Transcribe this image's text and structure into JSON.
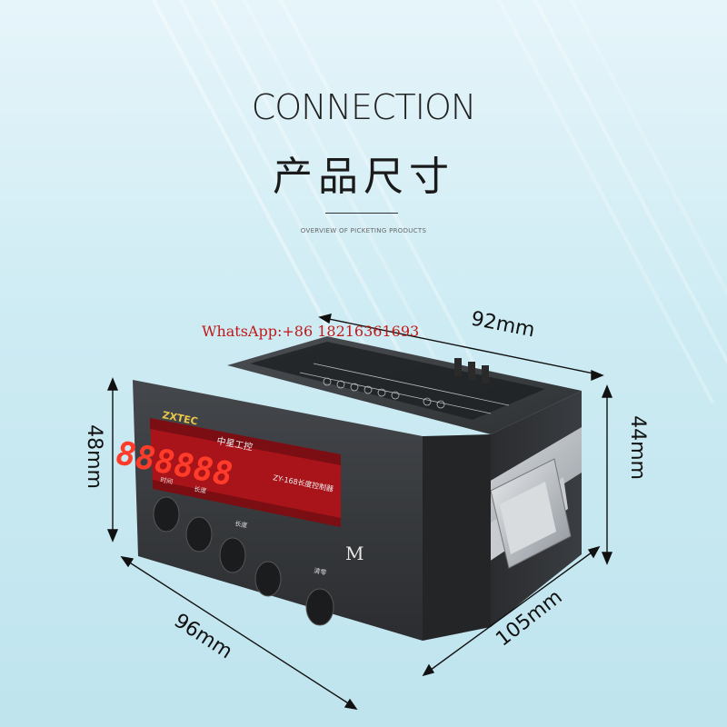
{
  "header": {
    "title_en": "CONNECTION",
    "title_cn": "产品尺寸",
    "subtitle": "OVERVIEW OF PICKETING PRODUCTS"
  },
  "watermark": "WhatsApp:+86  18216361693",
  "dimensions": {
    "top": "92mm",
    "left_height": "48mm",
    "right_height": "44mm",
    "front_width": "96mm",
    "depth": "105mm"
  },
  "device": {
    "brand": "ZXTEC",
    "brand_label": "中星工控",
    "model": "ZY-168长度控制器",
    "digits": "888888",
    "unit": "M",
    "button_labels": [
      "时间",
      "长度",
      "长度",
      "清零"
    ],
    "colors": {
      "housing": "#3a3d40",
      "display": "#c41a1a",
      "digit": "#ff3b2a"
    }
  },
  "colors": {
    "background": "#cdebf3",
    "watermark": "#c01818"
  }
}
